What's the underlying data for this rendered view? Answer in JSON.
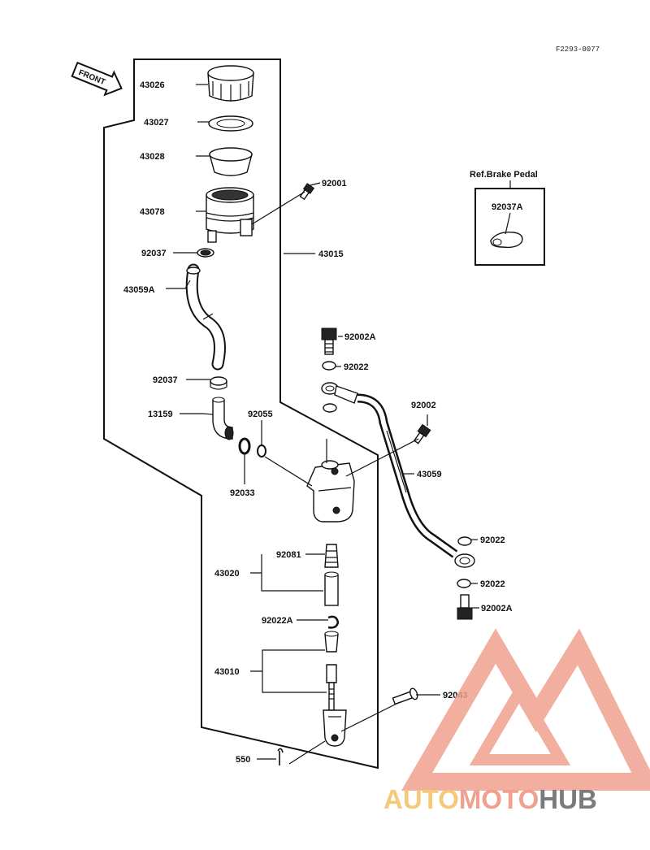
{
  "figure_code": "F2293-0077",
  "front_label": "FRONT",
  "reference_label": "Ref.Brake Pedal",
  "parts": {
    "p43026": "43026",
    "p43027": "43027",
    "p43028": "43028",
    "p92001": "92001",
    "p43078": "43078",
    "p43015": "43015",
    "p92037_top": "92037",
    "p43059A": "43059A",
    "p92037_mid": "92037",
    "p13159": "13159",
    "p92055": "92055",
    "p92033": "92033",
    "p92002A_top": "92002A",
    "p92022_top": "92022",
    "p92002": "92002",
    "p43059": "43059",
    "p92022_right1": "92022",
    "p92022_right2": "92022",
    "p92002A_bottom": "92002A",
    "p43020": "43020",
    "p92081": "92081",
    "p92022A": "92022A",
    "p43010": "43010",
    "p92043": "92043",
    "p550": "550",
    "p92037A": "92037A"
  },
  "watermark": {
    "part1": "AUTO",
    "part2": "MOTO",
    "part3": "HUB",
    "color1": "#f5c87a",
    "color2": "#f0a08f",
    "color3": "#7a7a7a"
  }
}
